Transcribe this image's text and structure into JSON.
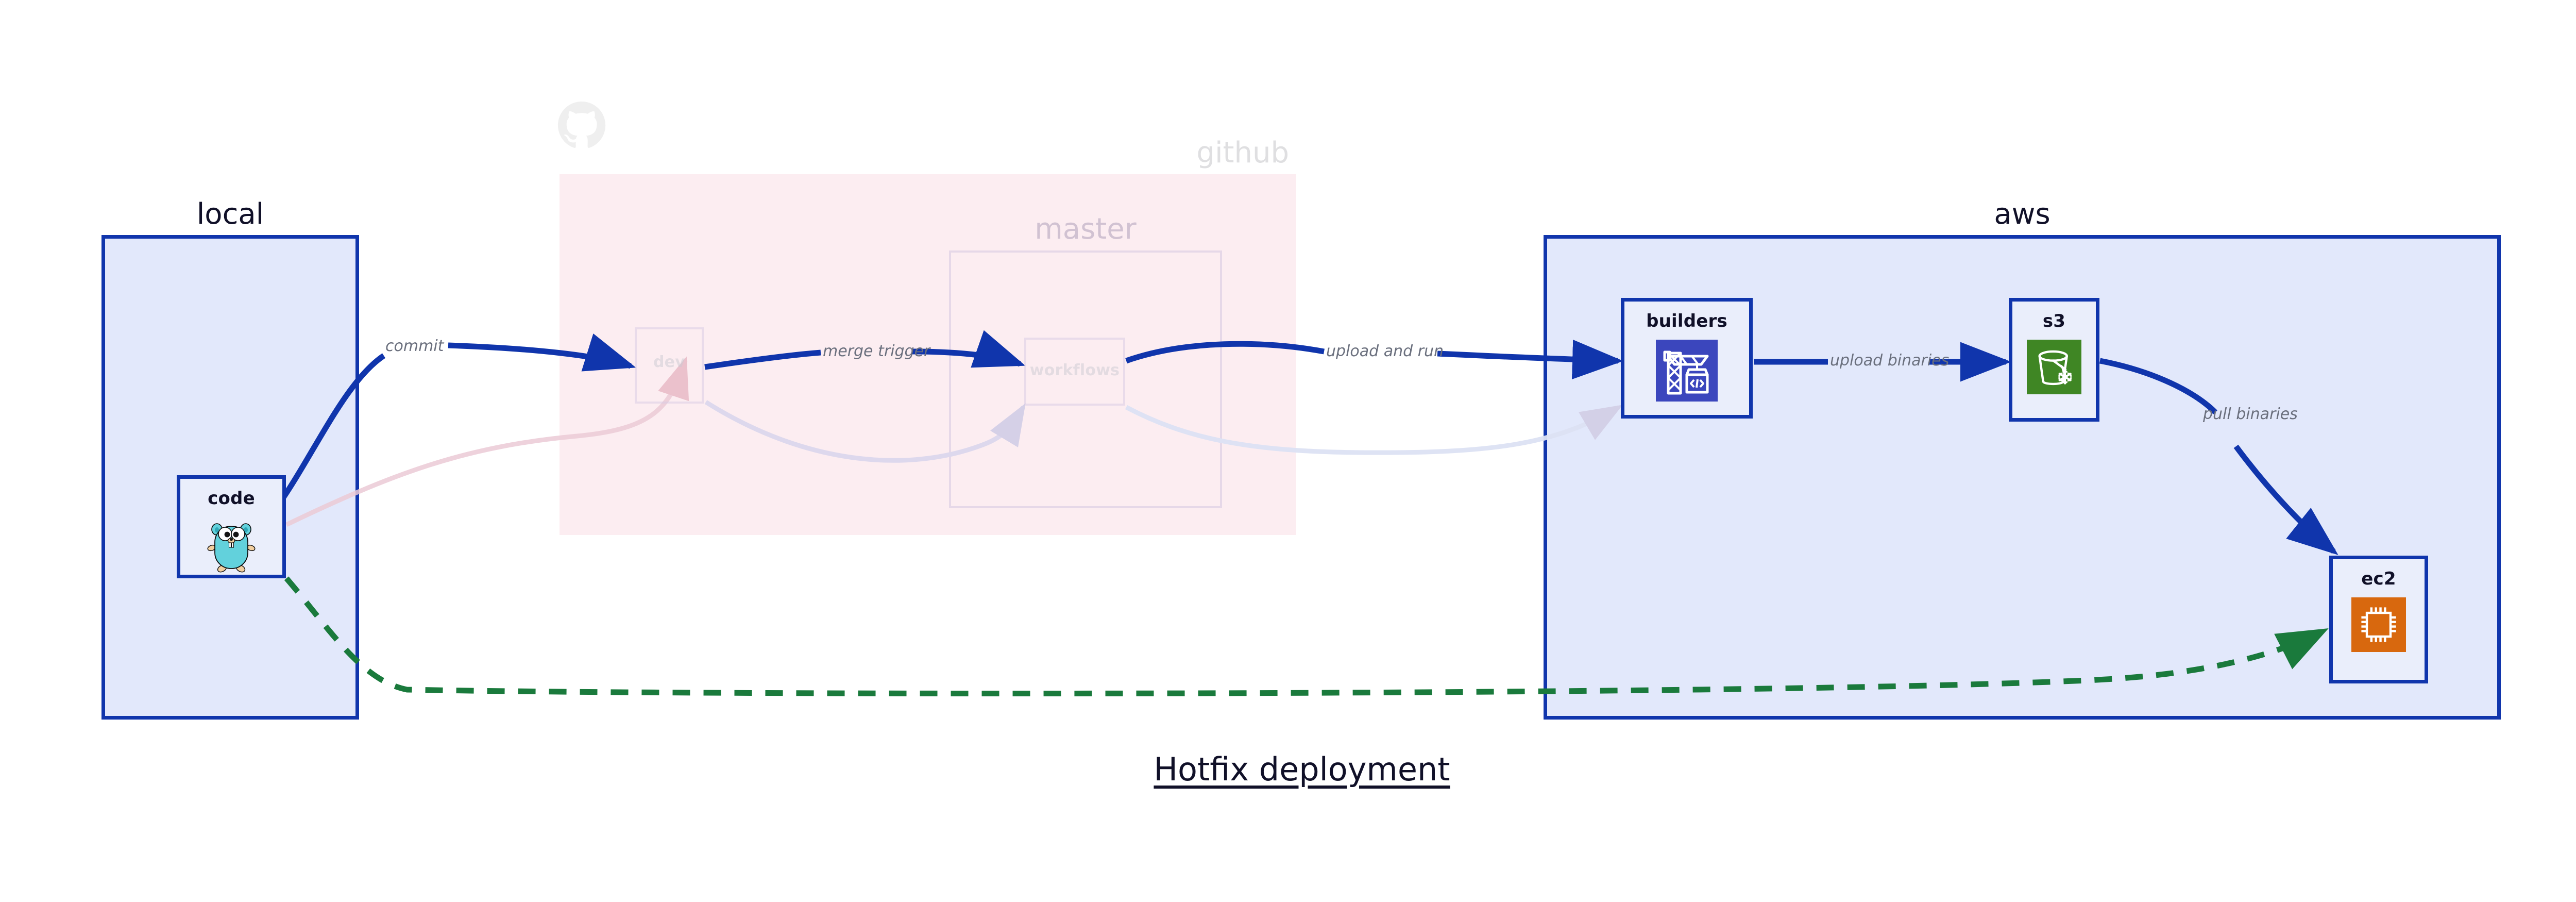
{
  "diagram": {
    "title": "Hotfix deployment",
    "type": "deployment-flow-diagram"
  },
  "clusters": [
    {
      "id": "local",
      "label": "local",
      "fill": "#e2e8fb",
      "stroke": "#1035ac"
    },
    {
      "id": "github",
      "label": "github",
      "fill": "#fae2e8",
      "stroke": "none",
      "faded": true
    },
    {
      "id": "master",
      "label": "master",
      "fill": "none",
      "stroke": "#cdbedd",
      "faded": true
    },
    {
      "id": "aws",
      "label": "aws",
      "fill": "#e2e8fb",
      "stroke": "#1035ac"
    }
  ],
  "nodes": [
    {
      "id": "code",
      "label": "code",
      "icon": "go-gopher-icon",
      "cluster": "local",
      "faded": false
    },
    {
      "id": "dev",
      "label": "dev",
      "icon": "none",
      "cluster": "github",
      "faded": true
    },
    {
      "id": "workflows",
      "label": "workflows",
      "icon": "none",
      "cluster": "master",
      "faded": true
    },
    {
      "id": "builders",
      "label": "builders",
      "icon": "aws-codebuild-icon",
      "cluster": "aws",
      "faded": false
    },
    {
      "id": "s3",
      "label": "s3",
      "icon": "aws-s3-glacier-icon",
      "cluster": "aws",
      "faded": false
    },
    {
      "id": "ec2",
      "label": "ec2",
      "icon": "aws-ec2-icon",
      "cluster": "aws",
      "faded": false
    }
  ],
  "edges": [
    {
      "id": "e1",
      "from": "code",
      "to": "dev",
      "label": "commit",
      "style": "solid",
      "color": "#1035ac",
      "faded": false
    },
    {
      "id": "e2",
      "from": "dev",
      "to": "workflows",
      "label": "merge trigger",
      "style": "solid",
      "color": "#1035ac",
      "faded": false
    },
    {
      "id": "e3",
      "from": "workflows",
      "to": "builders",
      "label": "upload and run",
      "style": "solid",
      "color": "#1035ac",
      "faded": false
    },
    {
      "id": "e4",
      "from": "builders",
      "to": "s3",
      "label": "upload binaries",
      "style": "solid",
      "color": "#1035ac",
      "faded": false
    },
    {
      "id": "e5",
      "from": "s3",
      "to": "ec2",
      "label": "pull binaries",
      "style": "solid",
      "color": "#1035ac",
      "faded": false
    },
    {
      "id": "e6",
      "from": "code",
      "to": "ec2",
      "label": "",
      "style": "dashed",
      "color": "#1a7a3c",
      "faded": false
    },
    {
      "id": "e7",
      "from": "code",
      "to": "dev",
      "label": "",
      "style": "solid",
      "color": "#e8b9c6",
      "faded": true
    },
    {
      "id": "e8",
      "from": "dev",
      "to": "workflows",
      "label": "",
      "style": "solid",
      "color": "#d8d4ea",
      "faded": true
    },
    {
      "id": "e9",
      "from": "workflows",
      "to": "builders",
      "label": "",
      "style": "solid",
      "color": "#d8dcf1",
      "faded": true
    }
  ],
  "icons": {
    "github_logo": "github-octocat-icon"
  },
  "colors": {
    "node_fill": "#eaeefb",
    "node_stroke": "#1035ac",
    "local_fill": "#e2e8fb",
    "aws_fill": "#e2e8fb",
    "github_fill": "#fae2e8",
    "edge_blue": "#1035ac",
    "edge_green": "#1a7a3c",
    "label_gray": "#6a6f7d",
    "title_dark": "#101028",
    "codebuild_purple": "#3b46bd",
    "s3_green": "#3f8624",
    "ec2_orange": "#d8680e",
    "gopher_cyan": "#62d1dc"
  }
}
